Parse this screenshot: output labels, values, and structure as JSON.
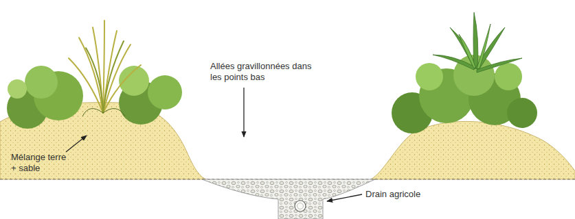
{
  "diagram": {
    "labels": [
      "Allées gravillonnées dans les points bas",
      "Mélange terre + sable",
      "Drain agricole"
    ]
  }
}
